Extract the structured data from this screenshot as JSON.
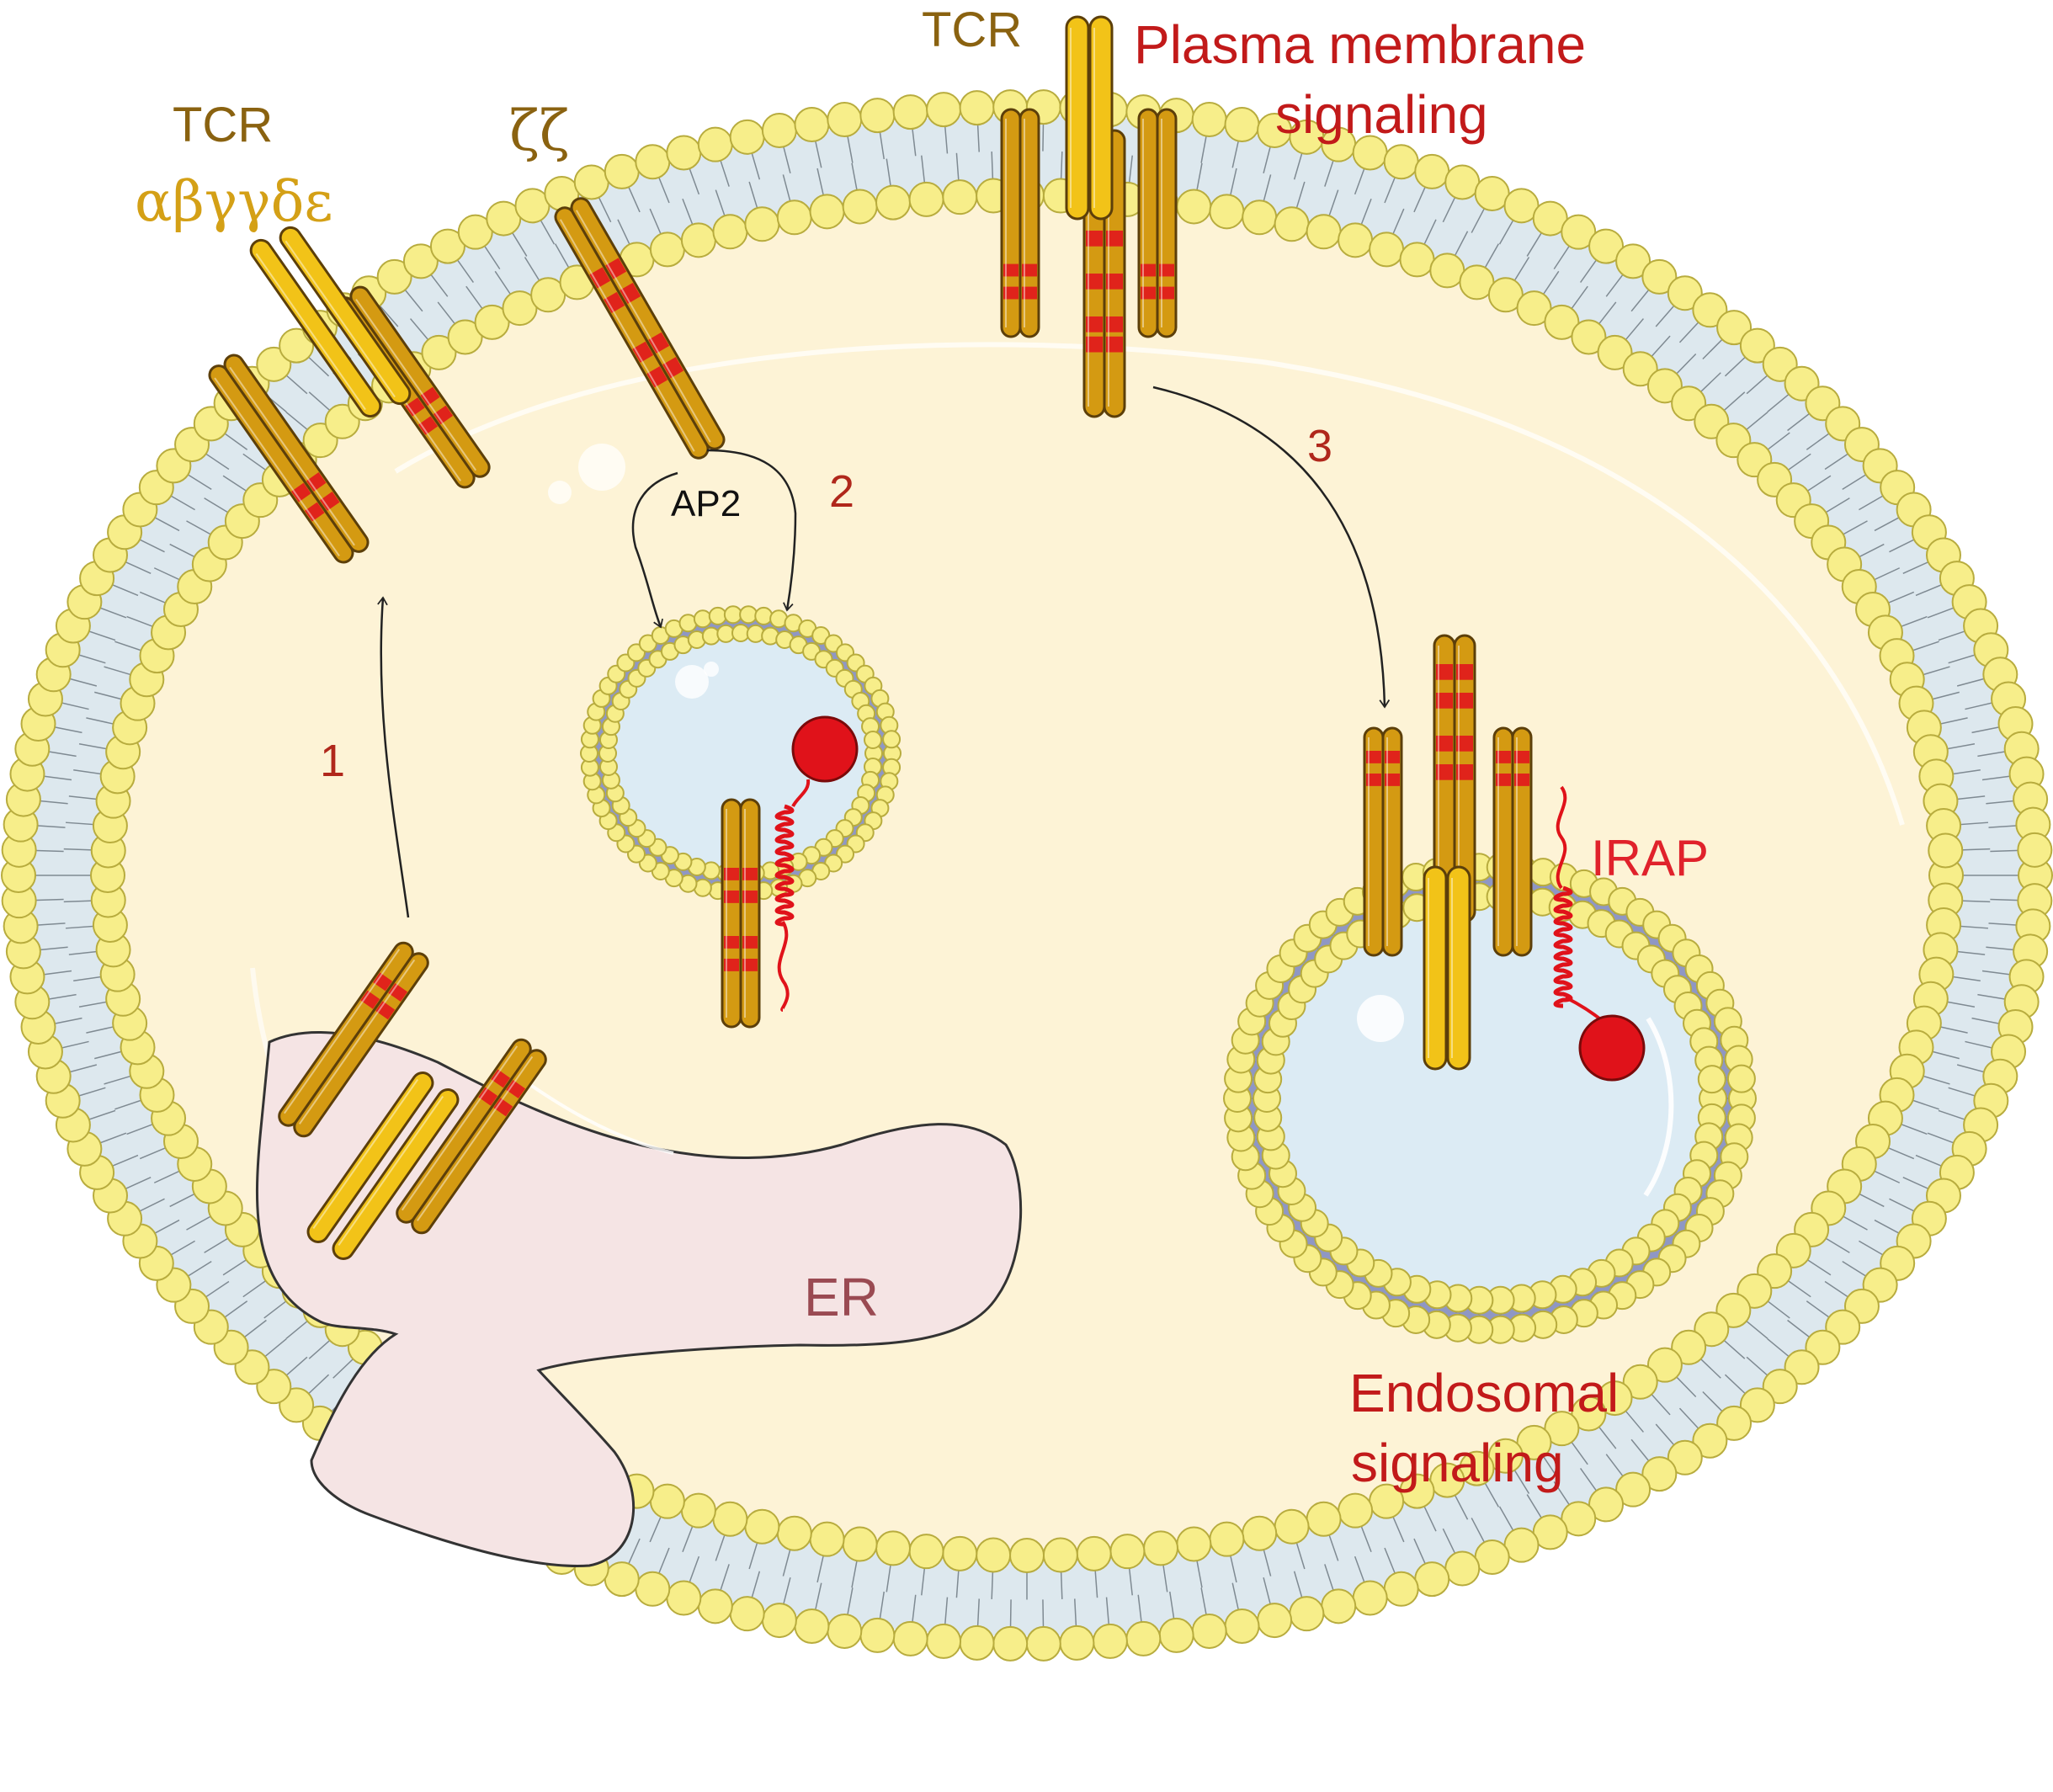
{
  "labels": {
    "tcr_top_left": "TCR",
    "tcr_subunits": "αβγγδε",
    "zeta": "ζζ",
    "tcr_top": "TCR",
    "plasma_line1": "Plasma membrane",
    "plasma_line2": "signaling",
    "step1": "1",
    "step2": "2",
    "step3": "3",
    "ap2": "AP2",
    "irap": "IRAP",
    "er": "ER",
    "endosomal_line1": "Endosomal",
    "endosomal_line2": "signaling"
  },
  "colors": {
    "cytoplasm": "#fdf3d6",
    "membrane_band": "#dde8ee",
    "lipid_head": "#f7ee8a",
    "lipid_stroke": "#b8ac3e",
    "vesicle_lumen": "#dcebf4",
    "vesicle_band": "#8f97c4",
    "er_fill": "#f5e4e4",
    "receptor_gold": "#d49a12",
    "receptor_yellow": "#f2c318",
    "receptor_stroke": "#5c3f0a",
    "itam_red": "#e0231b",
    "irap_red": "#e0121a",
    "arrow": "#222222"
  },
  "icons": [
    "cell-membrane",
    "tcr-complex",
    "zeta-dimer",
    "ap2-adaptor",
    "clathrin-vesicle",
    "endosome",
    "irap-protein",
    "endoplasmic-reticulum",
    "arrow"
  ]
}
